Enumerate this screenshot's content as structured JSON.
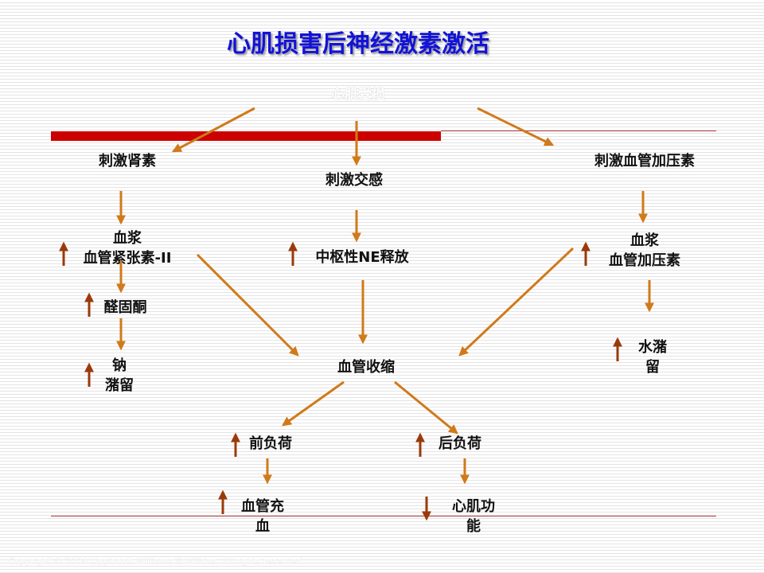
{
  "title": "心肌损害后神经激素激活",
  "center_label": "心肌受损",
  "nodes": {
    "stim_renin": "刺激肾素",
    "stim_sympathetic": "刺激交感",
    "stim_vasopressin": "刺激血管加压素",
    "plasma_ang_line1": "血浆",
    "plasma_ang_line2": "血管紧张素-II",
    "central_ne": "中枢性NE释放",
    "plasma_avp_line1": "血浆",
    "plasma_avp_line2": "血管加压素",
    "aldosterone": "醛固酮",
    "sodium_line1": "钠",
    "sodium_line2": "潴留",
    "water_line1": "水潴",
    "water_line2": "留",
    "vasoconstriction": "血管收缩",
    "preload": "前负荷",
    "afterload": "后负荷",
    "congestion_line1": "血管充",
    "congestion_line2": "血",
    "cardiac_line1": "心肌功",
    "cardiac_line2": "能"
  },
  "footer": "Copyright © 2004 Lippincott Williams & Wilkins. All rights reserved.",
  "colors": {
    "title": "#1212d8",
    "flow_arrow": "#d07a1a",
    "indicator_arrow": "#9a3a0a",
    "red_bar": "#cc0000"
  },
  "indicators": {
    "angiotensin": "up",
    "aldosterone": "up",
    "sodium": "up",
    "central_ne": "up",
    "vasopressin": "up",
    "water": "up",
    "preload": "up",
    "afterload": "up",
    "congestion": "up",
    "cardiac_function": "down"
  }
}
